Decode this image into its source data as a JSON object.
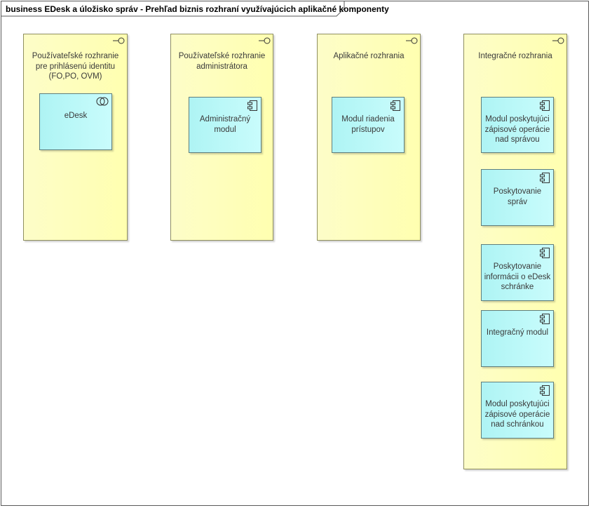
{
  "diagram": {
    "title": "business EDesk a úložisko správ - Prehľad biznis rozhraní využívajúcich aplikačné komponenty"
  },
  "interfaces": [
    {
      "label": "Používateľské rozhranie pre prihlásenú identitu (FO,PO, OVM)"
    },
    {
      "label": "Používateľské rozhranie administrátora"
    },
    {
      "label": "Aplikačné rozhrania"
    },
    {
      "label": "Integračné rozhrania"
    }
  ],
  "components": [
    {
      "label": "eDesk",
      "icon": "collaboration-icon"
    },
    {
      "label": "Administračný modul",
      "icon": "component-icon"
    },
    {
      "label": "Modul riadenia prístupov",
      "icon": "component-icon"
    },
    {
      "label": "Modul poskytujúci zápisové operácie nad správou",
      "icon": "component-icon"
    },
    {
      "label": "Poskytovanie správ",
      "icon": "component-icon"
    },
    {
      "label": "Poskytovanie informácii o eDesk schránke",
      "icon": "component-icon"
    },
    {
      "label": "Integračný modul",
      "icon": "component-icon"
    },
    {
      "label": "Modul poskytujúci zápisové operácie nad schránkou",
      "icon": "component-icon"
    }
  ],
  "colors": {
    "interface_fill": "#ffffb8",
    "component_fill": "#b8f8f8",
    "border": "#5a5a5a"
  }
}
